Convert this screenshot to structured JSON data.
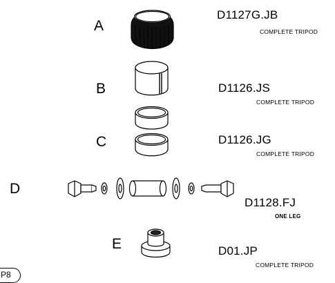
{
  "parts": [
    {
      "letter": "A",
      "code": "D1127G.JB",
      "note": "COMPLETE TRIPOD"
    },
    {
      "letter": "B",
      "code": "D1126.JS",
      "note": "COMPLETE TRIPOD"
    },
    {
      "letter": "C",
      "code": "D1126.JG",
      "note": "COMPLETE TRIPOD"
    },
    {
      "letter": "D",
      "code": "D1128.FJ",
      "note": "ONE LEG"
    },
    {
      "letter": "E",
      "code": "D01.JP",
      "note": "COMPLETE TRIPOD"
    }
  ],
  "corner_tag": "P8"
}
